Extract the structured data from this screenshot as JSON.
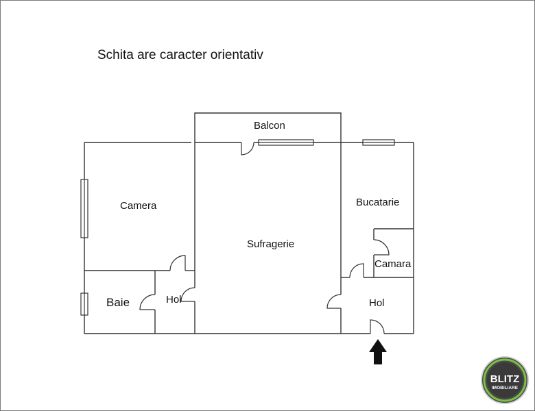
{
  "note": "Schita are caracter orientativ",
  "rooms": {
    "balcon": "Balcon",
    "camera": "Camera",
    "sufragerie": "Sufragerie",
    "bucatarie": "Bucatarie",
    "camara": "Camara",
    "baie": "Baie",
    "hol_left": "Hol",
    "hol_right": "Hol"
  },
  "logo": {
    "brand": "BLITZ",
    "sub": "IMOBILIARE"
  },
  "icons": {
    "entrance": "up-arrow-icon"
  },
  "colors": {
    "wall": "#333333",
    "logo_ring": "#7ac143",
    "logo_bg": "#4a4a4a"
  }
}
